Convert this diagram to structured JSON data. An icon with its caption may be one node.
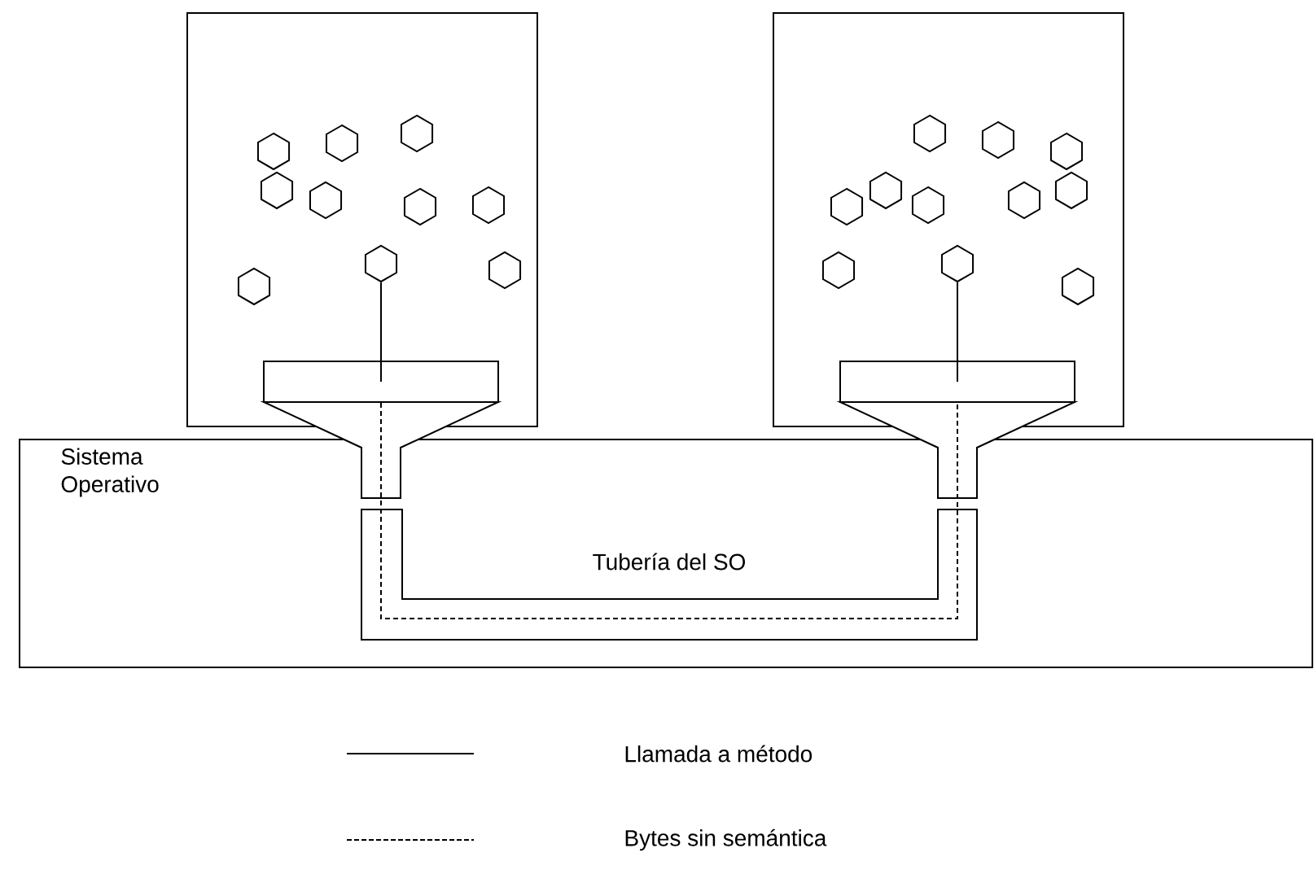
{
  "diagram": {
    "nodes": [
      {
        "text": [],
        "shape": "box"
      },
      {
        "text": [],
        "shape": "hexagon",
        "in": 0
      },
      {
        "text": [],
        "shape": "funnel"
      },
      {
        "text": [],
        "shape": "box"
      },
      {
        "text": [],
        "shape": "hexagon",
        "in": 3
      },
      {
        "text": [],
        "shape": "funnel"
      },
      {
        "text": [
          "Sistema Operativo"
        ]
      }
    ],
    "edges": [
      {
        "from": 1,
        "to": 2,
        "arrow": "none"
      },
      {
        "from": 4,
        "to": 5,
        "arrow": "none"
      },
      {
        "from": 2,
        "to": 5,
        "arrow": "none",
        "style": "dashed"
      }
    ],
    "labels": [
      "Tubería del SO"
    ],
    "legend": [
      {
        "text": "Llamada a método"
      },
      {
        "text": "Bytes sin semántica"
      }
    ]
  }
}
